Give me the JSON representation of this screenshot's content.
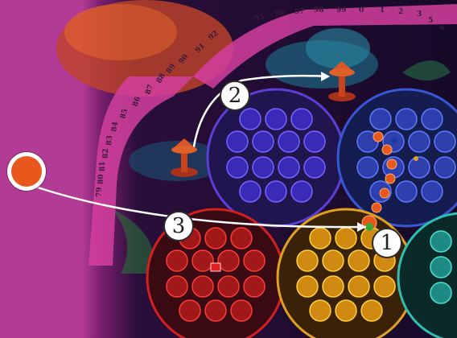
{
  "track": {
    "top_numbers": [
      "95",
      "96",
      "97",
      "98",
      "99",
      "0",
      "1",
      "2",
      "3",
      "5",
      "6"
    ],
    "left_numbers": [
      "92",
      "91",
      "90",
      "89",
      "88",
      "87",
      "86",
      "85",
      "84",
      "83",
      "82",
      "81",
      "80",
      "79"
    ]
  },
  "steps": {
    "one": "1",
    "two": "2",
    "three": "3"
  },
  "colors": {
    "purple": "#3a2ab8",
    "blue": "#2f3fae",
    "red": "#a01818",
    "orange": "#d08a12",
    "teal": "#1d8a84",
    "pedestal": "#c9431f",
    "arrow": "#ffffff"
  }
}
